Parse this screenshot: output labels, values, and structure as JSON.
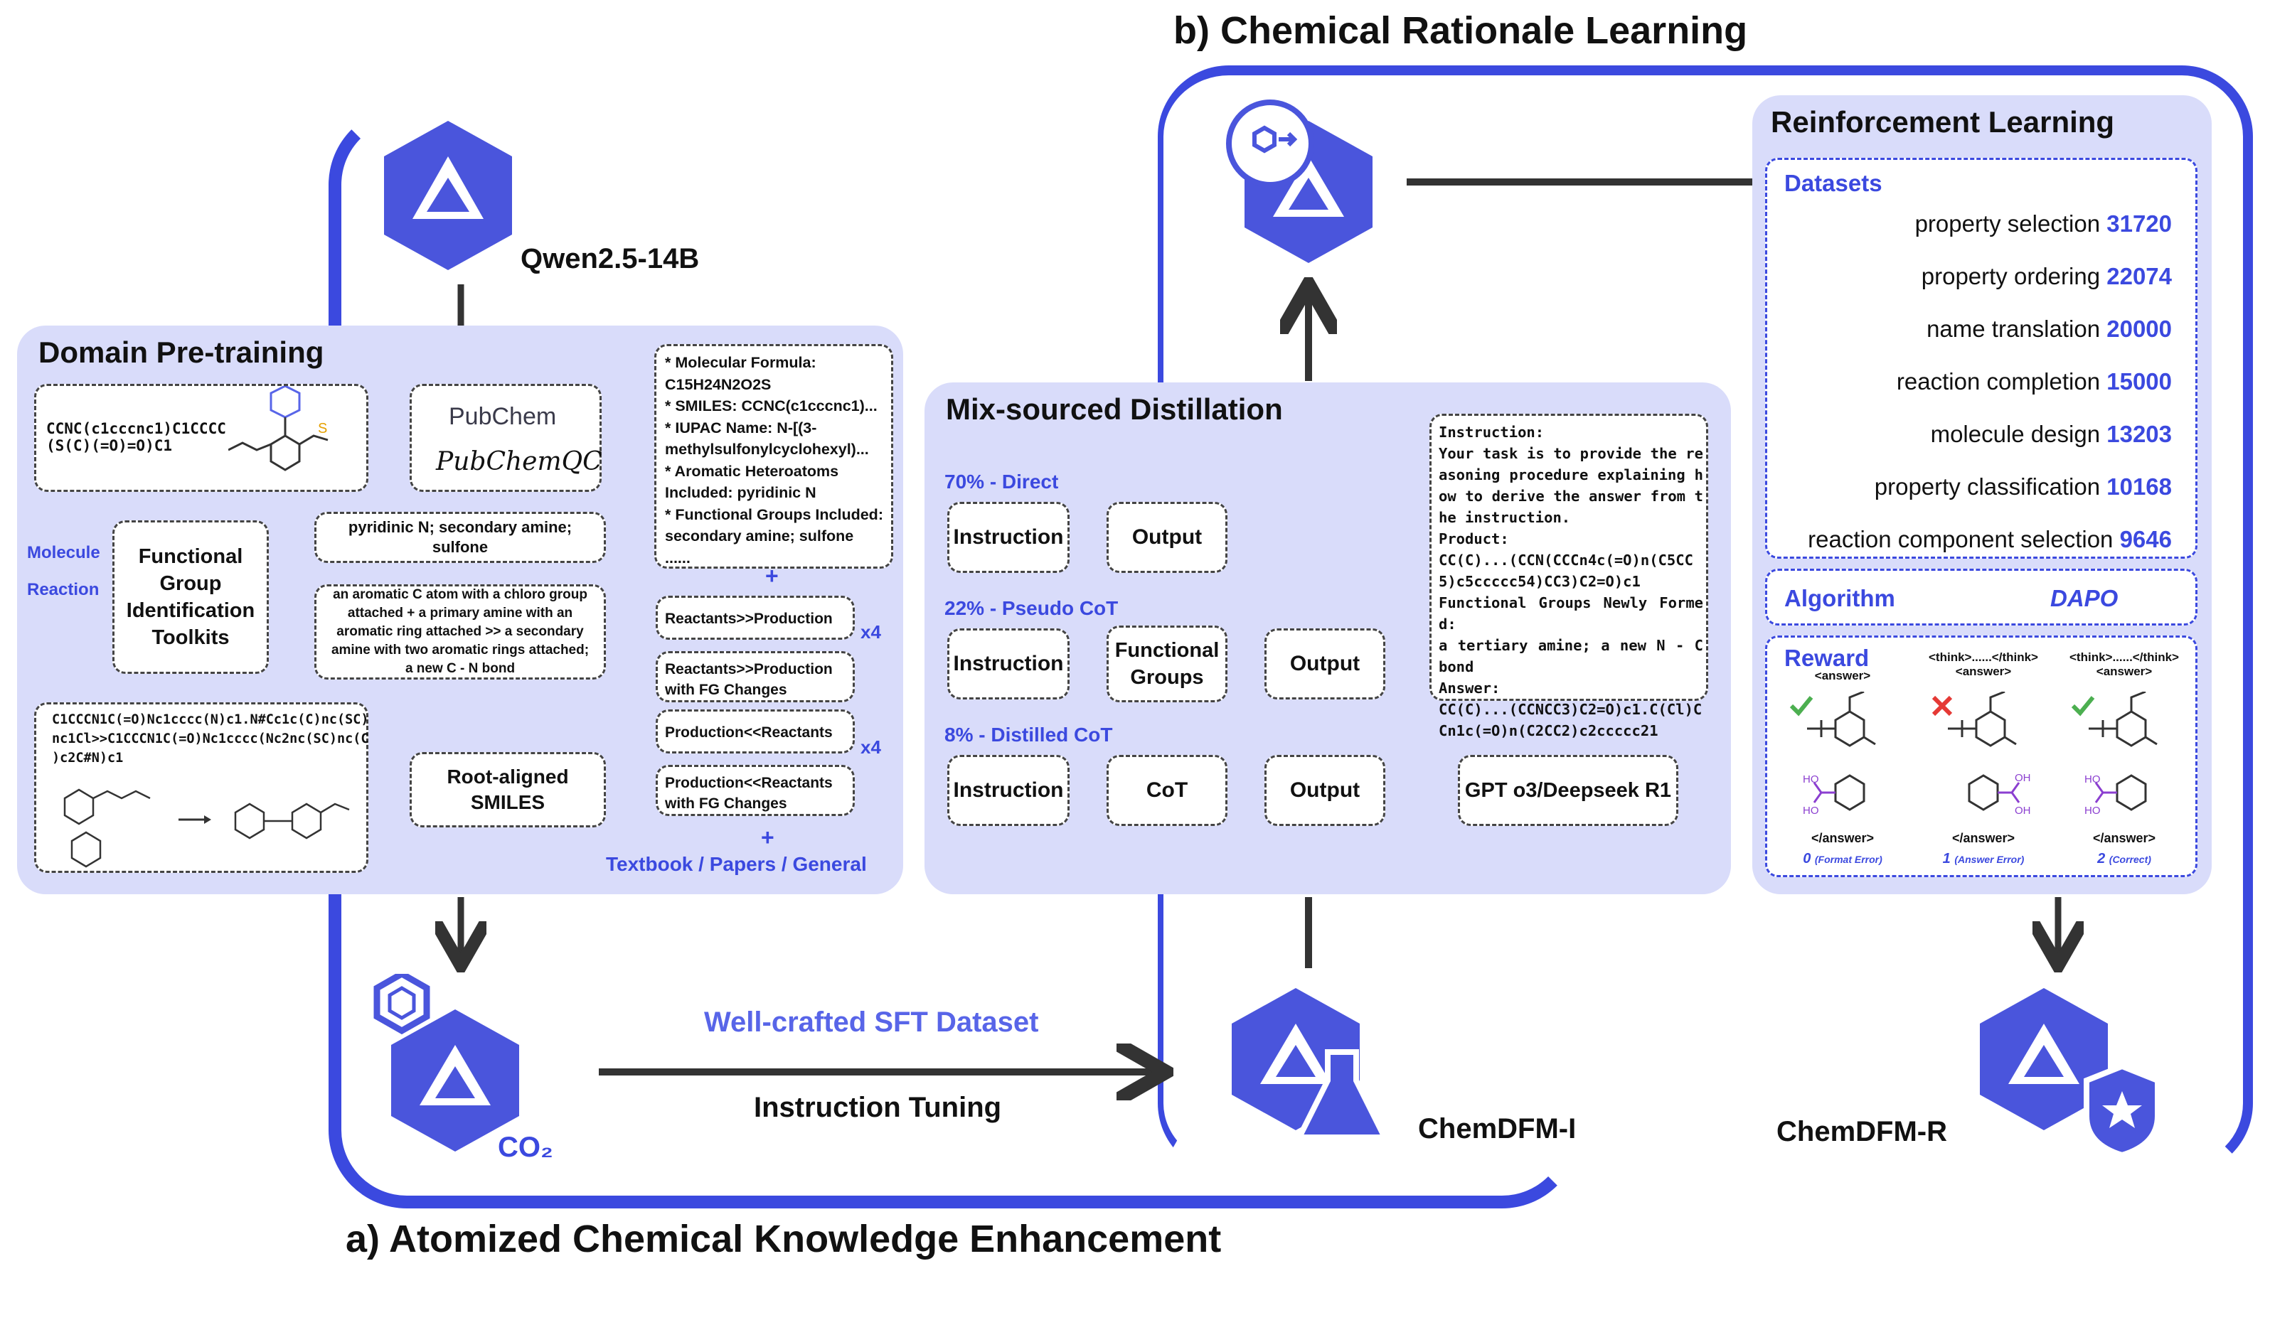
{
  "section_b_title": "b) Chemical Rationale Learning",
  "section_a_title": "a) Atomized Chemical Knowledge Enhancement",
  "models": {
    "base": "Qwen2.5-14B",
    "chem_i": "ChemDFM-I",
    "chem_r": "ChemDFM-R",
    "co2": "CO₂"
  },
  "pretraining": {
    "title": "Domain Pre-training",
    "mol_smiles": "CCNC(c1cccnc1)C1CCCC\n(S(C)(=O)=O)C1",
    "pubchem": "PubChem",
    "pubchemqc": "PubChemQC",
    "mol_info": "* Molecular Formula:\nC15H24N2O2S\n* SMILES: CCNC(c1cccnc1)...\n* IUPAC Name: N-[(3-\nmethylsulfonylcyclohexyl)...\n* Aromatic Heteroatoms\nIncluded: pyridinic N\n* Functional Groups Included:\nsecondary amine; sulfone\n......",
    "fg_toolkit": "Functional\nGroup\nIdentification\nToolkits",
    "label_molecule": "Molecule",
    "label_reaction": "Reaction",
    "fg_result": "pyridinic N; secondary amine;\nsulfone",
    "rxn_description": "an aromatic C atom with a chloro group\nattached + a primary amine with an\naromatic ring attached >> a secondary\namine with two aromatic rings attached;\na new C - N bond",
    "rxn_smiles": "C1CCCN1C(=O)Nc1cccc(N)c1.N#Cc1c(C)nc(SC)\nnc1Cl>>C1CCCN1C(=O)Nc1cccc(Nc2nc(SC)nc(C\n)c2C#N)c1",
    "root_aligned": "Root-aligned\nSMILES",
    "tasks": [
      "Reactants>>Production",
      "Reactants>>Production\nwith FG Changes",
      "Production<<Reactants",
      "Production<<Reactants\nwith FG Changes"
    ],
    "x4_a": "x4",
    "x4_b": "x4",
    "plus_a": "+",
    "plus_b": "+",
    "sources": "Textbook / Papers / General"
  },
  "distillation": {
    "title": "Mix-sourced Distillation",
    "direct_label": "70% - Direct",
    "pseudo_label": "22% - Pseudo CoT",
    "distilled_label": "8% - Distilled CoT",
    "instruction": "Instruction",
    "output": "Output",
    "functional_groups": "Functional\nGroups",
    "cot": "CoT",
    "teacher": "GPT o3/Deepseek R1",
    "prompt_text": "Instruction:\nYour task is to provide the reasoning procedure explaining how to derive the answer from the instruction.\nProduct:\nCC(C)...(CCN(CCCn4c(=O)n(C5CC5)c5ccccc54)CC3)C2=O)c1\nFunctional Groups Newly Formed:\na tertiary amine; a new N - C bond\nAnswer:\nCC(C)...(CCNCC3)C2=O)c1.C(Cl)CCn1c(=O)n(C2CC2)c2ccccc21"
  },
  "sft": {
    "dataset": "Well-crafted SFT Dataset",
    "tuning": "Instruction Tuning"
  },
  "rl": {
    "title": "Reinforcement Learning",
    "datasets_label": "Datasets",
    "datasets": [
      {
        "name": "property selection",
        "count": "31720",
        "value": 31720
      },
      {
        "name": "property ordering",
        "count": "22074",
        "value": 22074
      },
      {
        "name": "name translation",
        "count": "20000",
        "value": 20000
      },
      {
        "name": "reaction completion",
        "count": "15000",
        "value": 15000
      },
      {
        "name": "molecule design",
        "count": "13203",
        "value": 13203
      },
      {
        "name": "property classification",
        "count": "10168",
        "value": 10168
      },
      {
        "name": "reaction component selection",
        "count": "9646",
        "value": 9646
      }
    ],
    "algorithm_label": "Algorithm",
    "algorithm": "DAPO",
    "reward_label": "Reward",
    "reward_cols": [
      {
        "head": "<answer>",
        "tail": "</answer>",
        "score": "0",
        "note": "(Format Error)",
        "mark": "check"
      },
      {
        "head": "<think>......</think>\n<answer>",
        "tail": "</answer>",
        "score": "1",
        "note": "(Answer Error)",
        "mark": "cross"
      },
      {
        "head": "<think>......</think>\n<answer>",
        "tail": "</answer>",
        "score": "2",
        "note": "(Correct)",
        "mark": "check"
      }
    ],
    "colors": {
      "accent": "#3b49df",
      "panel": "#d9dcfa",
      "check": "#4caf50",
      "cross": "#e53935"
    }
  }
}
